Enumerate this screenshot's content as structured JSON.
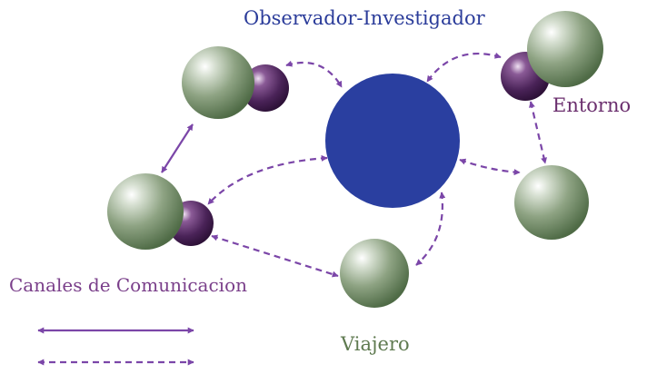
{
  "diagram": {
    "title": "Observador-Investigador",
    "environment_label": "Entorno",
    "traveler_label": "Viajero",
    "legend_title": "Canales de Comunicacion"
  },
  "colors": {
    "center_node": "#2a3fa0",
    "person_node": "#6f8a63",
    "link_node": "#4f2a5c",
    "arrow": "#7b46a8",
    "title_text": "#2b3c9a",
    "entorno_text": "#6b2f6e",
    "viajero_text": "#5f7a50"
  }
}
